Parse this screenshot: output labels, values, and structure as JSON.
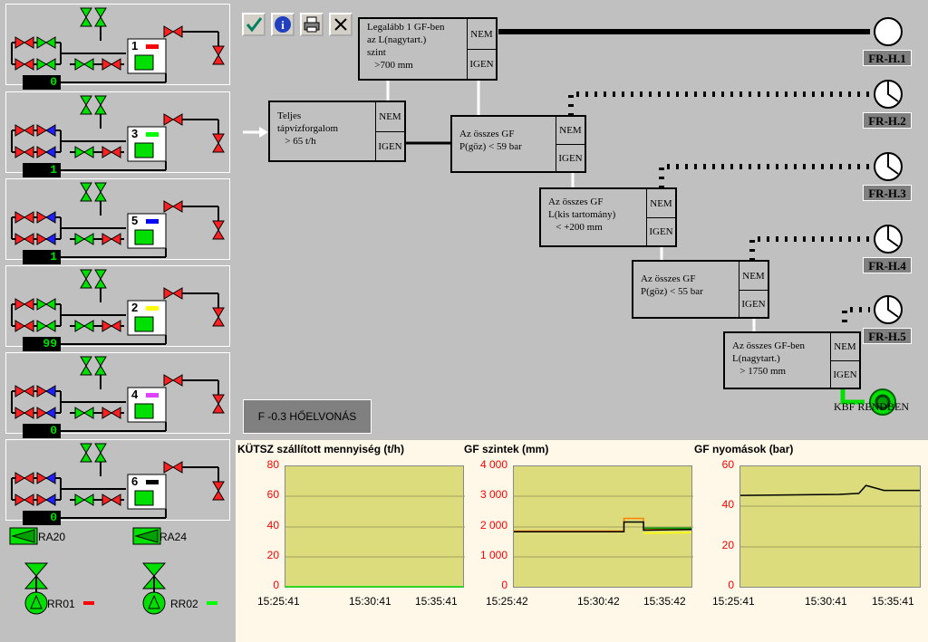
{
  "toolbar": [
    {
      "name": "confirm-button",
      "icon": "check-icon"
    },
    {
      "name": "info-button",
      "icon": "info-icon"
    },
    {
      "name": "print-button",
      "icon": "printer-icon"
    },
    {
      "name": "close-button",
      "icon": "close-icon"
    }
  ],
  "units": [
    {
      "number": "1",
      "indicator": "#ff0000",
      "counter": "0"
    },
    {
      "number": "3",
      "indicator": "#00ff00",
      "counter": "1"
    },
    {
      "number": "5",
      "indicator": "#0000ff",
      "counter": "1"
    },
    {
      "number": "2",
      "indicator": "#ffff00",
      "counter": "99"
    },
    {
      "number": "4",
      "indicator": "#e040ff",
      "counter": "0"
    },
    {
      "number": "6",
      "indicator": "#000000",
      "counter": "0"
    }
  ],
  "ra": [
    {
      "label": "RA20"
    },
    {
      "label": "RA24"
    }
  ],
  "rr": [
    {
      "label": "RR01",
      "indicator": "#ff0000"
    },
    {
      "label": "RR02",
      "indicator": "#00ff00"
    }
  ],
  "decisions": {
    "d1": {
      "text": "Legalább 1 GF-ben\naz L(nagytart.)\nszint\n   >700 mm",
      "nem": "NEM",
      "igen": "IGEN"
    },
    "d2": {
      "text": "Teljes\ntápvízforgalom\n   > 65 t/h",
      "nem": "NEM",
      "igen": "IGEN"
    },
    "d3": {
      "text": "Az összes GF\nP(göz) < 59 bar",
      "nem": "NEM",
      "igen": "IGEN"
    },
    "d4": {
      "text": "Az összes GF\nL(kis tartomány)\n   < +200 mm",
      "nem": "NEM",
      "igen": "IGEN"
    },
    "d5": {
      "text": "Az összes GF\nP(göz) < 55 bar",
      "nem": "NEM",
      "igen": "IGEN"
    },
    "d6": {
      "text": "Az összes GF-ben\nL(nagytart.)\n   > 1750 mm",
      "nem": "NEM",
      "igen": "IGEN"
    }
  },
  "fr_labels": [
    "FR-H.1",
    "FR-H.2",
    "FR-H.3",
    "FR-H.4",
    "FR-H.5"
  ],
  "status": {
    "f03": "F -0.3  HŐELVONÁS",
    "kbf": "KBF RENDBEN"
  },
  "colors": {
    "valve_green": "#00e000",
    "valve_red": "#ff2020",
    "valve_blue": "#2020ff",
    "trend_bg": "#dcdc7c",
    "axis_text": "#ff0000"
  },
  "chart_data": [
    {
      "type": "line",
      "title": "KÜTSZ szállított mennyiség (t/h)",
      "ylim": [
        0,
        80
      ],
      "yticks": [
        "80",
        "60",
        "40",
        "20",
        "0"
      ],
      "xticks": [
        "15:25:41",
        "15:30:41",
        "15:35:41"
      ],
      "series": [
        {
          "color": "#00e000",
          "x": [
            0,
            10
          ],
          "y": [
            0,
            0
          ]
        }
      ]
    },
    {
      "type": "line",
      "title": "GF szintek (mm)",
      "ylim": [
        0,
        4000
      ],
      "yticks": [
        "4 000",
        "3 000",
        "2 000",
        "1 000",
        "0"
      ],
      "xticks": [
        "15:25:42",
        "15:30:42",
        "15:35:42"
      ],
      "series": [
        {
          "color": "#ff8000",
          "x": [
            0,
            6.2,
            6.2,
            7.3,
            7.3,
            10
          ],
          "y": [
            1850,
            1850,
            2270,
            2270,
            1900,
            1900
          ]
        },
        {
          "color": "#ffff00",
          "x": [
            7.3,
            10
          ],
          "y": [
            1780,
            1800
          ]
        },
        {
          "color": "#00a000",
          "x": [
            7.3,
            10
          ],
          "y": [
            1950,
            1950
          ]
        },
        {
          "color": "#000000",
          "x": [
            0,
            6.2,
            6.2,
            7.3,
            7.3,
            10
          ],
          "y": [
            1830,
            1830,
            2150,
            2150,
            1880,
            1900
          ]
        }
      ]
    },
    {
      "type": "line",
      "title": "GF nyomások  (bar)",
      "ylim": [
        0,
        60
      ],
      "yticks": [
        "60",
        "40",
        "20",
        "0"
      ],
      "xticks": [
        "15:25:41",
        "15:30:41",
        "15:35:41"
      ],
      "series": [
        {
          "color": "#000000",
          "x": [
            0,
            5.5,
            6.6,
            7.0,
            7.6,
            8.0,
            10
          ],
          "y": [
            45.5,
            46,
            46.5,
            50.5,
            49,
            48,
            48
          ]
        }
      ]
    }
  ]
}
